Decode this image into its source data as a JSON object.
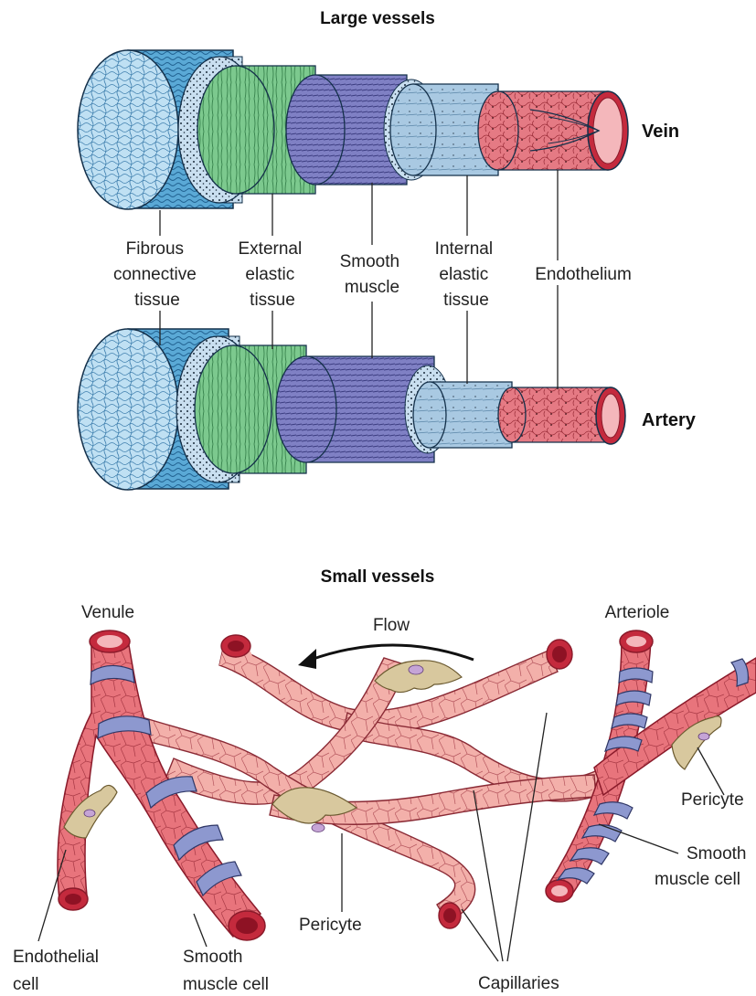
{
  "large": {
    "title": "Large vessels",
    "vein": "Vein",
    "artery": "Artery",
    "labels": {
      "fibrous": [
        "Fibrous",
        "connective",
        "tissue"
      ],
      "external": [
        "External",
        "elastic",
        "tissue"
      ],
      "smooth": [
        "Smooth",
        "muscle"
      ],
      "internal": [
        "Internal",
        "elastic",
        "tissue"
      ],
      "endothelium": [
        "Endothelium"
      ]
    }
  },
  "small": {
    "title": "Small vessels",
    "venule": "Venule",
    "arteriole": "Arteriole",
    "flow": "Flow",
    "labels": {
      "pericyte_right": "Pericyte",
      "smooth_right": [
        "Smooth",
        "muscle cell"
      ],
      "endothelial": [
        "Endothelial",
        "cell"
      ],
      "smooth_left": [
        "Smooth",
        "muscle cell"
      ],
      "pericyte_center": "Pericyte",
      "capillaries": "Capillaries"
    }
  },
  "colors": {
    "fibrous": "#5aa9d6",
    "dotted": "#c9dff0",
    "external": "#7cc98e",
    "smooth": "#7f80c4",
    "internal": "#a9c9e2",
    "endothelium": "#e57a84",
    "vessel": "#e8747c",
    "capillary": "#f3b0aa",
    "lumen": "#b81f33",
    "pericyte": "#d8c89e",
    "muscle_band": "#8d98cf"
  }
}
